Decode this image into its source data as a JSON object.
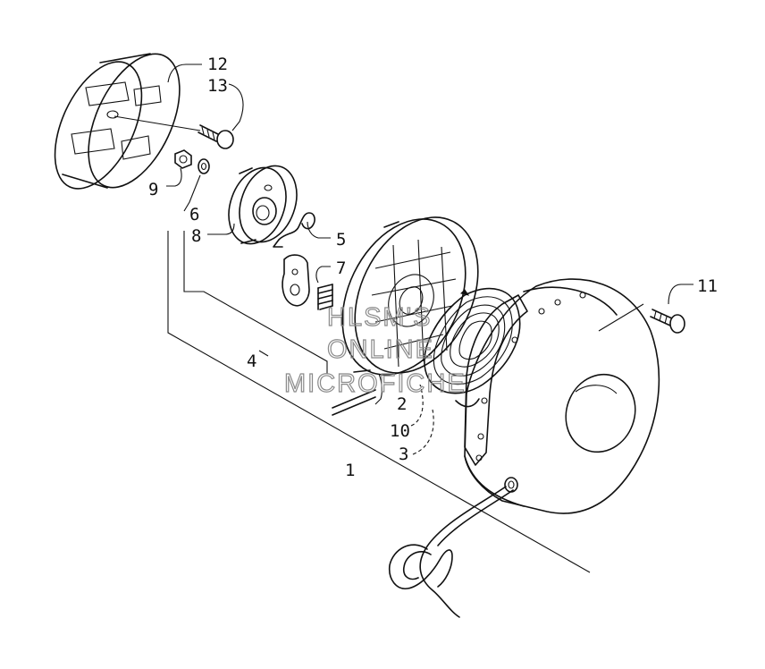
{
  "callouts": {
    "c1": "1",
    "c2": "2",
    "c3": "3",
    "c4": "4",
    "c5": "5",
    "c6": "6",
    "c7": "7",
    "c8": "8",
    "c9": "9",
    "c10": "10",
    "c11": "11",
    "c12": "12",
    "c13": "13"
  },
  "watermark": {
    "line1": "HLSM'S",
    "line2": "ONLINE",
    "line3": "MICROFICHE"
  },
  "colors": {
    "ink": "#111111",
    "watermark": "#8a8a8a",
    "background": "#ffffff"
  }
}
